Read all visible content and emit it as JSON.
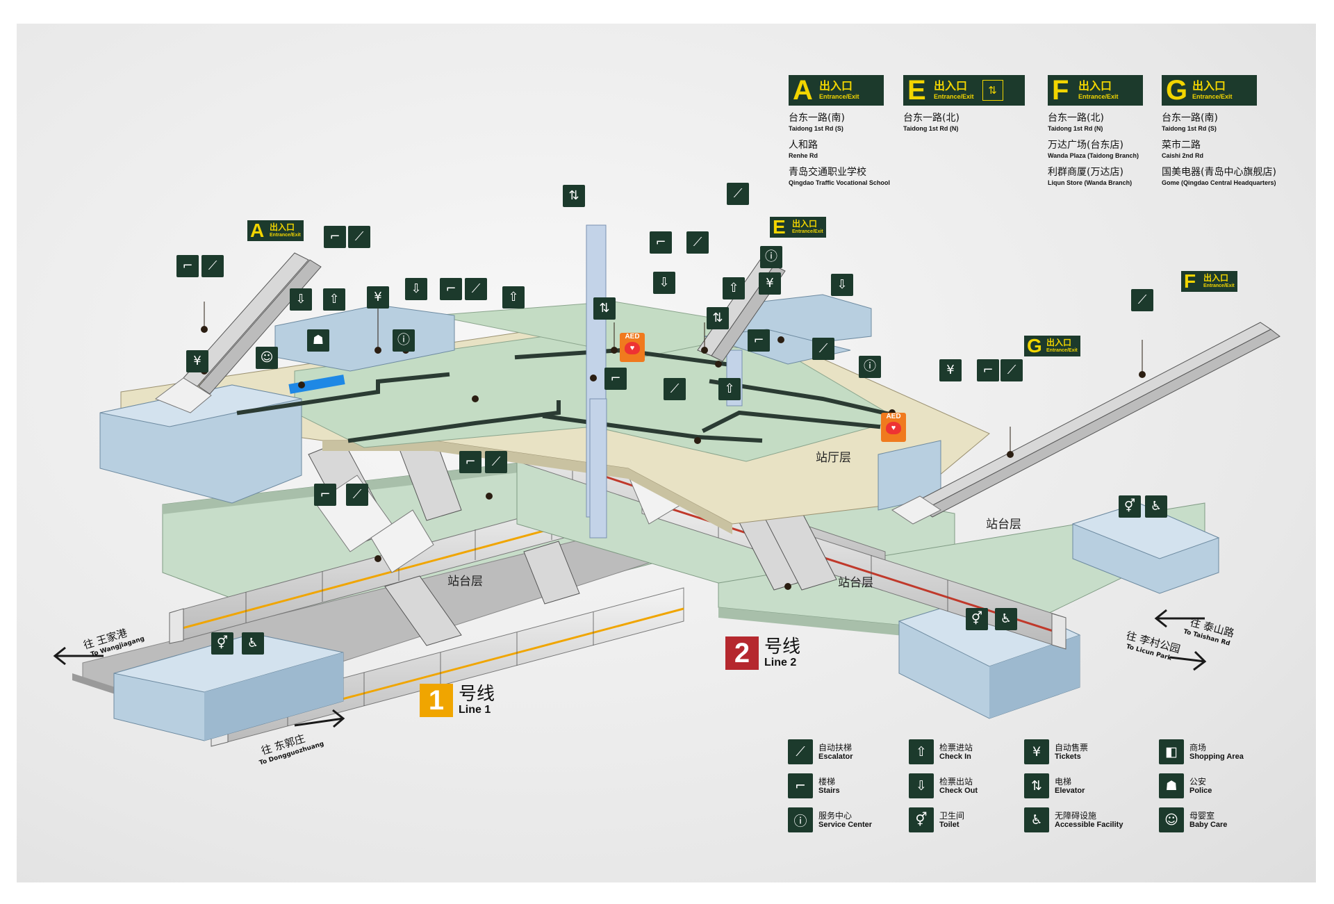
{
  "exits": [
    {
      "letter": "A",
      "cn": "出入口",
      "en": "Entrance/Exit",
      "elevator": false,
      "dests": [
        {
          "cn": "台东一路(南)",
          "en": "Taidong 1st Rd (S)"
        },
        {
          "cn": "人和路",
          "en": "Renhe Rd"
        },
        {
          "cn": "青岛交通职业学校",
          "en": "Qingdao Traffic Vocational School"
        }
      ]
    },
    {
      "letter": "E",
      "cn": "出入口",
      "en": "Entrance/Exit",
      "elevator": true,
      "dests": [
        {
          "cn": "台东一路(北)",
          "en": "Taidong 1st Rd (N)"
        }
      ]
    },
    {
      "letter": "F",
      "cn": "出入口",
      "en": "Entrance/Exit",
      "elevator": false,
      "dests": [
        {
          "cn": "台东一路(北)",
          "en": "Taidong 1st Rd (N)"
        },
        {
          "cn": "万达广场(台东店)",
          "en": "Wanda Plaza (Taidong Branch)"
        },
        {
          "cn": "利群商厦(万达店)",
          "en": "Liqun Store (Wanda Branch)"
        }
      ]
    },
    {
      "letter": "G",
      "cn": "出入口",
      "en": "Entrance/Exit",
      "elevator": false,
      "dests": [
        {
          "cn": "台东一路(南)",
          "en": "Taidong 1st Rd (S)"
        },
        {
          "cn": "菜市二路",
          "en": "Caishi 2nd Rd"
        },
        {
          "cn": "国美电器(青岛中心旗舰店)",
          "en": "Gome (Qingdao Central Headquarters)"
        }
      ]
    }
  ],
  "map_tags": {
    "a": {
      "letter": "A",
      "cn": "出入口",
      "en": "Entrance/Exit"
    },
    "e": {
      "letter": "E",
      "cn": "出入口",
      "en": "Entrance/Exit"
    },
    "g": {
      "letter": "G",
      "cn": "出入口",
      "en": "Entrance/Exit"
    },
    "f": {
      "letter": "F",
      "cn": "出入口",
      "en": "Entrance/Exit"
    }
  },
  "aed_label": "AED",
  "floors": {
    "concourse": "站厅层",
    "platform": "站台层"
  },
  "lines": {
    "line1": {
      "num": "1",
      "cn": "号线",
      "en": "Line 1",
      "color": "#f0a500"
    },
    "line2": {
      "num": "2",
      "cn": "号线",
      "en": "Line 2",
      "color": "#b5282e"
    }
  },
  "directions": {
    "wangjiagang": {
      "cn": "往 王家港",
      "en": "To Wangjiagang"
    },
    "dongguozhuang": {
      "cn": "往 东郭庄",
      "en": "To Dongguozhuang"
    },
    "taishan": {
      "cn": "往 泰山路",
      "en": "To Taishan Rd"
    },
    "licun": {
      "cn": "往 李村公园",
      "en": "To Licun Park"
    }
  },
  "legend": [
    {
      "cn": "自动扶梯",
      "en": "Escalator",
      "icon": "escalator-icon",
      "glyph": "⟋"
    },
    {
      "cn": "检票进站",
      "en": "Check In",
      "icon": "check-in-icon",
      "glyph": "⇧"
    },
    {
      "cn": "自动售票",
      "en": "Tickets",
      "icon": "ticket-machine-icon",
      "glyph": "¥"
    },
    {
      "cn": "商场",
      "en": "Shopping Area",
      "icon": "shopping-bag-icon",
      "glyph": "◧"
    },
    {
      "cn": "楼梯",
      "en": "Stairs",
      "icon": "stairs-icon",
      "glyph": "⌐"
    },
    {
      "cn": "检票出站",
      "en": "Check Out",
      "icon": "check-out-icon",
      "glyph": "⇩"
    },
    {
      "cn": "电梯",
      "en": "Elevator",
      "icon": "elevator-icon",
      "glyph": "⇅"
    },
    {
      "cn": "公安",
      "en": "Police",
      "icon": "police-icon",
      "glyph": "☗"
    },
    {
      "cn": "服务中心",
      "en": "Service Center",
      "icon": "service-center-icon",
      "glyph": "ⓘ"
    },
    {
      "cn": "卫生间",
      "en": "Toilet",
      "icon": "toilet-icon",
      "glyph": "⚥"
    },
    {
      "cn": "无障碍设施",
      "en": "Accessible Facility",
      "icon": "wheelchair-icon",
      "glyph": "♿"
    },
    {
      "cn": "母婴室",
      "en": "Baby Care",
      "icon": "baby-care-icon",
      "glyph": "☺"
    }
  ],
  "colors": {
    "sign_bg": "#1c3a2c",
    "sign_fg": "#f2d500",
    "floor": "#c7ddc9",
    "concourse": "#e8e2c4",
    "block": "#b8cfe0"
  }
}
